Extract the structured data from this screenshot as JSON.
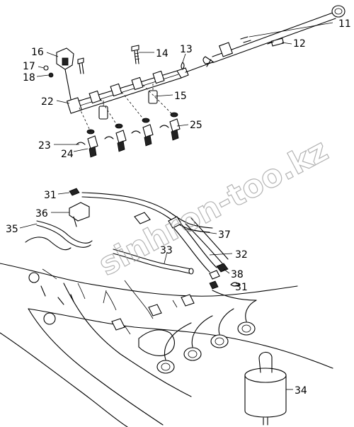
{
  "watermark": "sinhron-too.kz",
  "callouts": {
    "c11": "11",
    "c12": "12",
    "c13": "13",
    "c14": "14",
    "c15": "15",
    "c16": "16",
    "c17": "17",
    "c18": "18",
    "c22": "22",
    "c23": "23",
    "c24": "24",
    "c25": "25",
    "c31a": "31",
    "c31b": "31",
    "c32": "32",
    "c33": "33",
    "c34": "34",
    "c35": "35",
    "c36": "36",
    "c37": "37",
    "c38": "38"
  }
}
